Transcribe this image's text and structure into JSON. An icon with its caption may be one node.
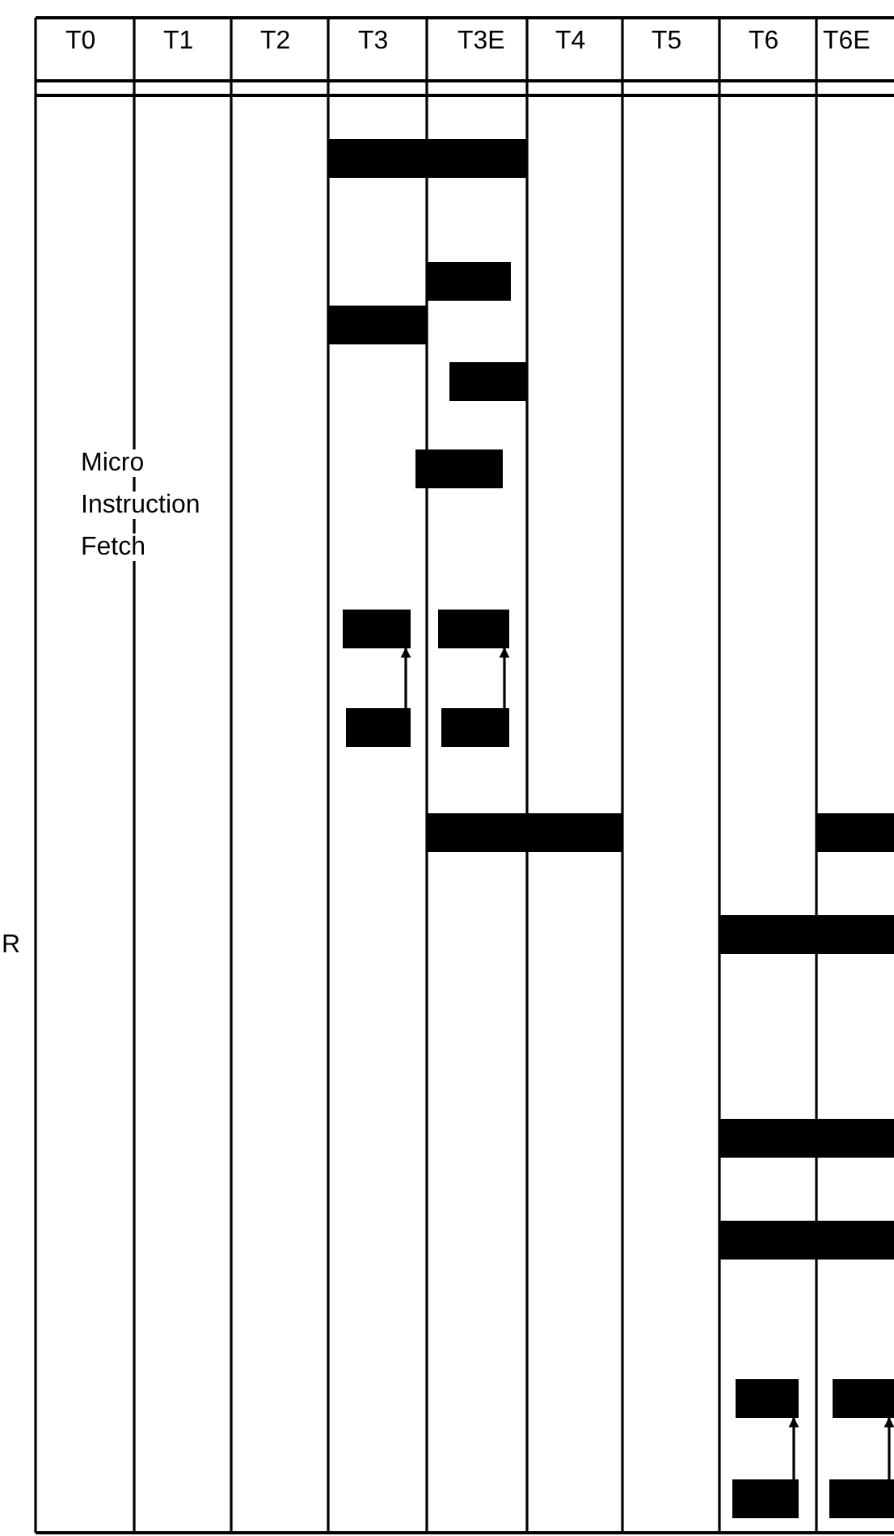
{
  "diagram": {
    "nodes": [
      {
        "text": [],
        "shape": "bar"
      },
      {
        "text": [],
        "shape": "bar"
      },
      {
        "text": [],
        "shape": "bar"
      },
      {
        "text": [],
        "shape": "bar"
      },
      {
        "text": [],
        "shape": "bar"
      },
      {
        "text": [],
        "shape": "bar"
      },
      {
        "text": [],
        "shape": "bar"
      },
      {
        "text": [],
        "shape": "bar"
      },
      {
        "text": [],
        "shape": "bar"
      },
      {
        "text": [],
        "shape": "bar"
      },
      {
        "text": [],
        "shape": "bar"
      },
      {
        "text": [],
        "shape": "bar"
      },
      {
        "text": [],
        "shape": "bar"
      },
      {
        "text": [],
        "shape": "bar"
      },
      {
        "text": [],
        "shape": "bar"
      },
      {
        "text": [],
        "shape": "bar"
      },
      {
        "text": [],
        "shape": "bar"
      },
      {
        "text": [],
        "shape": "bar"
      }
    ],
    "edges": [
      {
        "from": 7,
        "to": 5,
        "arrow": "to"
      },
      {
        "from": 8,
        "to": 6,
        "arrow": "to"
      },
      {
        "from": 16,
        "to": 14,
        "arrow": "to"
      },
      {
        "from": 17,
        "to": 15,
        "arrow": "to"
      }
    ],
    "labels": [
      "T0",
      "T1",
      "T2",
      "T3",
      "T3E",
      "T4",
      "T5",
      "T6",
      "T6E",
      "Micro Instruction Fetch",
      "R"
    ]
  }
}
